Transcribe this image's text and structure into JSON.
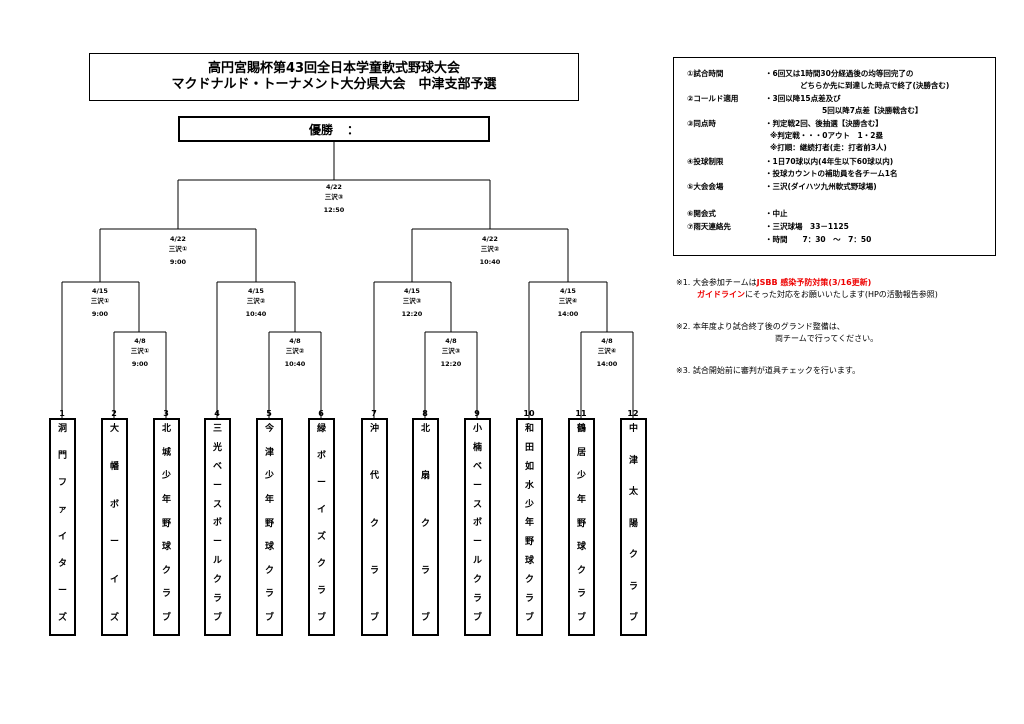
{
  "title": {
    "line1": "高円宮賜杯第43回全日本学童軟式野球大会",
    "line2": "マクドナルド・トーナメント大分県大会　中津支部予選"
  },
  "winner": {
    "label": "優勝",
    "colon": "："
  },
  "rules": [
    {
      "label": "①試合時間",
      "lines": [
        "・6回又は1時間30分経過後の均等回完了の",
        "どちらか先に到達した時点で終了(決勝含む)"
      ]
    },
    {
      "label": "②コールド適用",
      "lines": [
        "・3回以降15点差及び",
        "5回以降7点差【決勝戦含む】"
      ]
    },
    {
      "label": "③同点時",
      "lines": [
        "・判定戦2回、後抽選【決勝含む】",
        "※判定戦・・・0アウト　1・2塁",
        "※打順：継続打者(走：打者前3人)"
      ]
    },
    {
      "label": "④投球制限",
      "lines": [
        "・1日70球以内(4年生以下60球以内)",
        "・投球カウントの補助員を各チーム1名"
      ]
    },
    {
      "label": "⑤大会会場",
      "lines": [
        "・三沢(ダイハツ九州軟式野球場)"
      ]
    },
    {
      "label": "⑥開会式",
      "lines": [
        "・中止"
      ]
    },
    {
      "label": "⑦雨天連絡先",
      "lines": [
        "・三沢球場　33－1125",
        "・時間　　7：30　～　7：50"
      ]
    }
  ],
  "notes": {
    "n1_prefix": "※1. 大会参加チームは",
    "n1_red": "JSBB 感染予防対策(3/16更新)",
    "n1_line2_red": "ガイドライン",
    "n1_line2_rest": "にそった対応をお願いいたします(HPの活動報告参照)",
    "n2_line1": "※2. 本年度より試合終了後のグランド整備は、",
    "n2_line2": "両チームで行ってください。",
    "n3": "※3. 試合開始前に審判が道具チェックを行います。"
  },
  "matches": {
    "final": {
      "date": "4/22",
      "venue": "三沢③",
      "time": "12:50"
    },
    "sf1": {
      "date": "4/22",
      "venue": "三沢①",
      "time": "9:00"
    },
    "sf2": {
      "date": "4/22",
      "venue": "三沢②",
      "time": "10:40"
    },
    "qf1": {
      "date": "4/15",
      "venue": "三沢①",
      "time": "9:00"
    },
    "qf2": {
      "date": "4/15",
      "venue": "三沢②",
      "time": "10:40"
    },
    "qf3": {
      "date": "4/15",
      "venue": "三沢③",
      "time": "12:20"
    },
    "qf4": {
      "date": "4/15",
      "venue": "三沢④",
      "time": "14:00"
    },
    "r1a": {
      "date": "4/8",
      "venue": "三沢①",
      "time": "9:00"
    },
    "r1b": {
      "date": "4/8",
      "venue": "三沢②",
      "time": "10:40"
    },
    "r1c": {
      "date": "4/8",
      "venue": "三沢③",
      "time": "12:20"
    },
    "r1d": {
      "date": "4/8",
      "venue": "三沢④",
      "time": "14:00"
    }
  },
  "teams": [
    {
      "num": "1",
      "chars": [
        "洞",
        "門",
        "フ",
        "ァ",
        "イ",
        "タ",
        "ー",
        "ズ"
      ]
    },
    {
      "num": "2",
      "chars": [
        "大",
        "幡",
        "ボ",
        "ー",
        "イ",
        "ズ"
      ]
    },
    {
      "num": "3",
      "chars": [
        "北",
        "城",
        "少",
        "年",
        "野",
        "球",
        "ク",
        "ラ",
        "ブ"
      ]
    },
    {
      "num": "4",
      "chars": [
        "三",
        "光",
        "ベ",
        "ー",
        "ス",
        "ボ",
        "ー",
        "ル",
        "ク",
        "ラ",
        "ブ"
      ]
    },
    {
      "num": "5",
      "chars": [
        "今",
        "津",
        "少",
        "年",
        "野",
        "球",
        "ク",
        "ラ",
        "ブ"
      ]
    },
    {
      "num": "6",
      "chars": [
        "緑",
        "ボ",
        "ー",
        "イ",
        "ズ",
        "ク",
        "ラ",
        "ブ"
      ]
    },
    {
      "num": "7",
      "chars": [
        "沖",
        "代",
        "ク",
        "ラ",
        "ブ"
      ]
    },
    {
      "num": "8",
      "chars": [
        "北",
        "扇",
        "ク",
        "ラ",
        "ブ"
      ]
    },
    {
      "num": "9",
      "chars": [
        "小",
        "楠",
        "ベ",
        "ー",
        "ス",
        "ボ",
        "ー",
        "ル",
        "ク",
        "ラ",
        "ブ"
      ]
    },
    {
      "num": "10",
      "chars": [
        "和",
        "田",
        "如",
        "水",
        "少",
        "年",
        "野",
        "球",
        "ク",
        "ラ",
        "ブ"
      ]
    },
    {
      "num": "11",
      "chars": [
        "鶴",
        "居",
        "少",
        "年",
        "野",
        "球",
        "ク",
        "ラ",
        "ブ"
      ]
    },
    {
      "num": "12",
      "chars": [
        "中",
        "津",
        "太",
        "陽",
        "ク",
        "ラ",
        "ブ"
      ]
    }
  ]
}
